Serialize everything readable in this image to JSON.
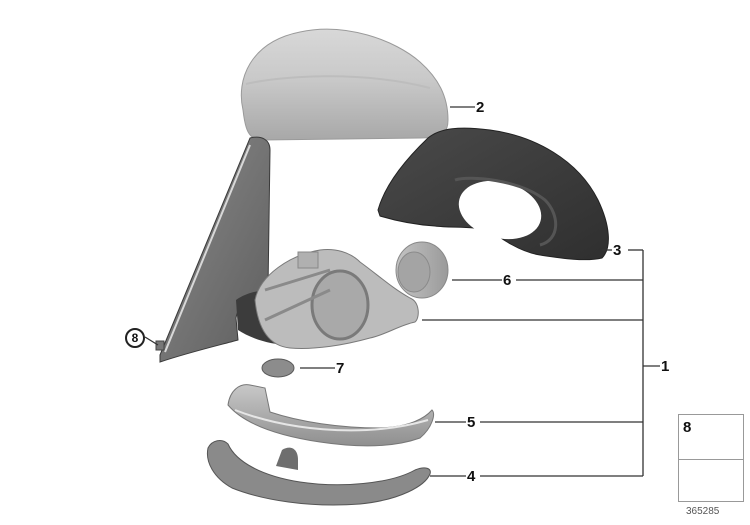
{
  "diagram": {
    "type": "exploded parts diagram",
    "subject": "Exterior mirror assembly",
    "callouts": [
      {
        "id": "1",
        "label": "1",
        "part": "mirror assembly (group bracket for 3, 6, housing, 5, 4)"
      },
      {
        "id": "2",
        "label": "2",
        "part": "mirror cap / cover"
      },
      {
        "id": "3",
        "label": "3",
        "part": "mirror housing frame"
      },
      {
        "id": "4",
        "label": "4",
        "part": "lower cover trim"
      },
      {
        "id": "5",
        "label": "5",
        "part": "turn signal indicator"
      },
      {
        "id": "6",
        "label": "6",
        "part": "adjustment motor / glass drive"
      },
      {
        "id": "7",
        "label": "7",
        "part": "cover plate"
      },
      {
        "id": "8",
        "label": "8",
        "part": "screw",
        "circled": true
      }
    ],
    "legend": {
      "number": "8",
      "icon": "screw-icon",
      "secondary_icon": "left-arrow-icon"
    },
    "reference_number": "365285"
  },
  "colors": {
    "background": "#ffffff",
    "cap_light": "#d2d2d2",
    "cap_shadow": "#a9a9a9",
    "housing_dark": "#3a3a3a",
    "base_mid": "#7a7a7a",
    "part_light": "#b8b8b8",
    "leader_line": "#333333"
  }
}
